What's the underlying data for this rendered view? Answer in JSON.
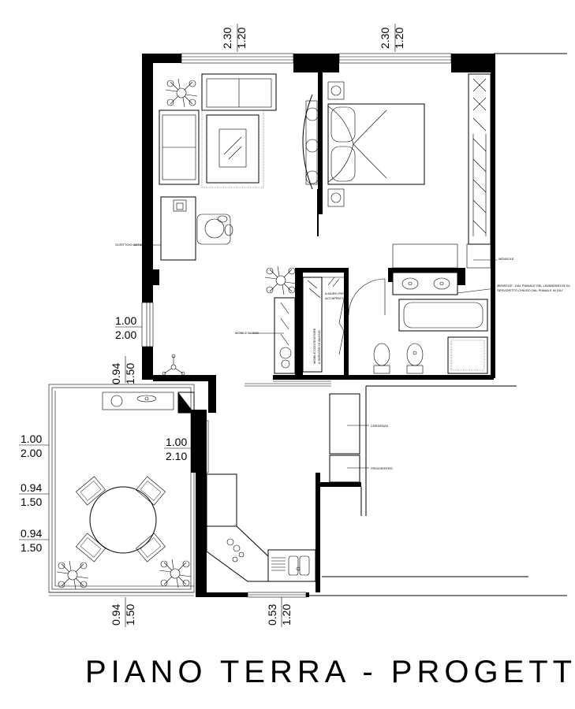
{
  "title": "PIANO TERRA - PROGETTO",
  "dimensions": {
    "top_window_1": [
      "2.30",
      "1.20"
    ],
    "top_window_2": [
      "2.30",
      "1.20"
    ],
    "left_window": [
      "1.00",
      "2.00"
    ],
    "left_door": [
      "0.94",
      "1.50"
    ],
    "terrace_window": [
      "1.00",
      "2.10"
    ],
    "terrace_left_1": [
      "1.00",
      "2.00"
    ],
    "terrace_left_2": [
      "0.94",
      "1.50"
    ],
    "terrace_left_3": [
      "0.94",
      "1.50"
    ],
    "terrace_bottom": [
      "0.94",
      "1.50"
    ],
    "kitchen_bottom": [
      "0.53",
      "1.20"
    ]
  },
  "labels": {
    "scrittoio": "SCRITTOIO ANTICO",
    "mensole_right": "MENSOLE",
    "mensole_bath_1": "MENSOLE - DAL PIANALE DEL LAVANDINO IN SU",
    "mensole_bath_2": "SERVIZIETTO CHIUSO DAL PIANALE IN GIU'",
    "armadio_1": "A MURO PER",
    "armadio_2": "ACCAPPATOI",
    "mobile_basso": "MOBILE BASSO",
    "mobile_contenitore_1": "MOBILE CONTENITORE",
    "mobile_contenitore_2": "A SERVIZIO DI BAGNO",
    "credenza": "CREDENZA",
    "frigorifero": "FRIGORIFERO"
  }
}
